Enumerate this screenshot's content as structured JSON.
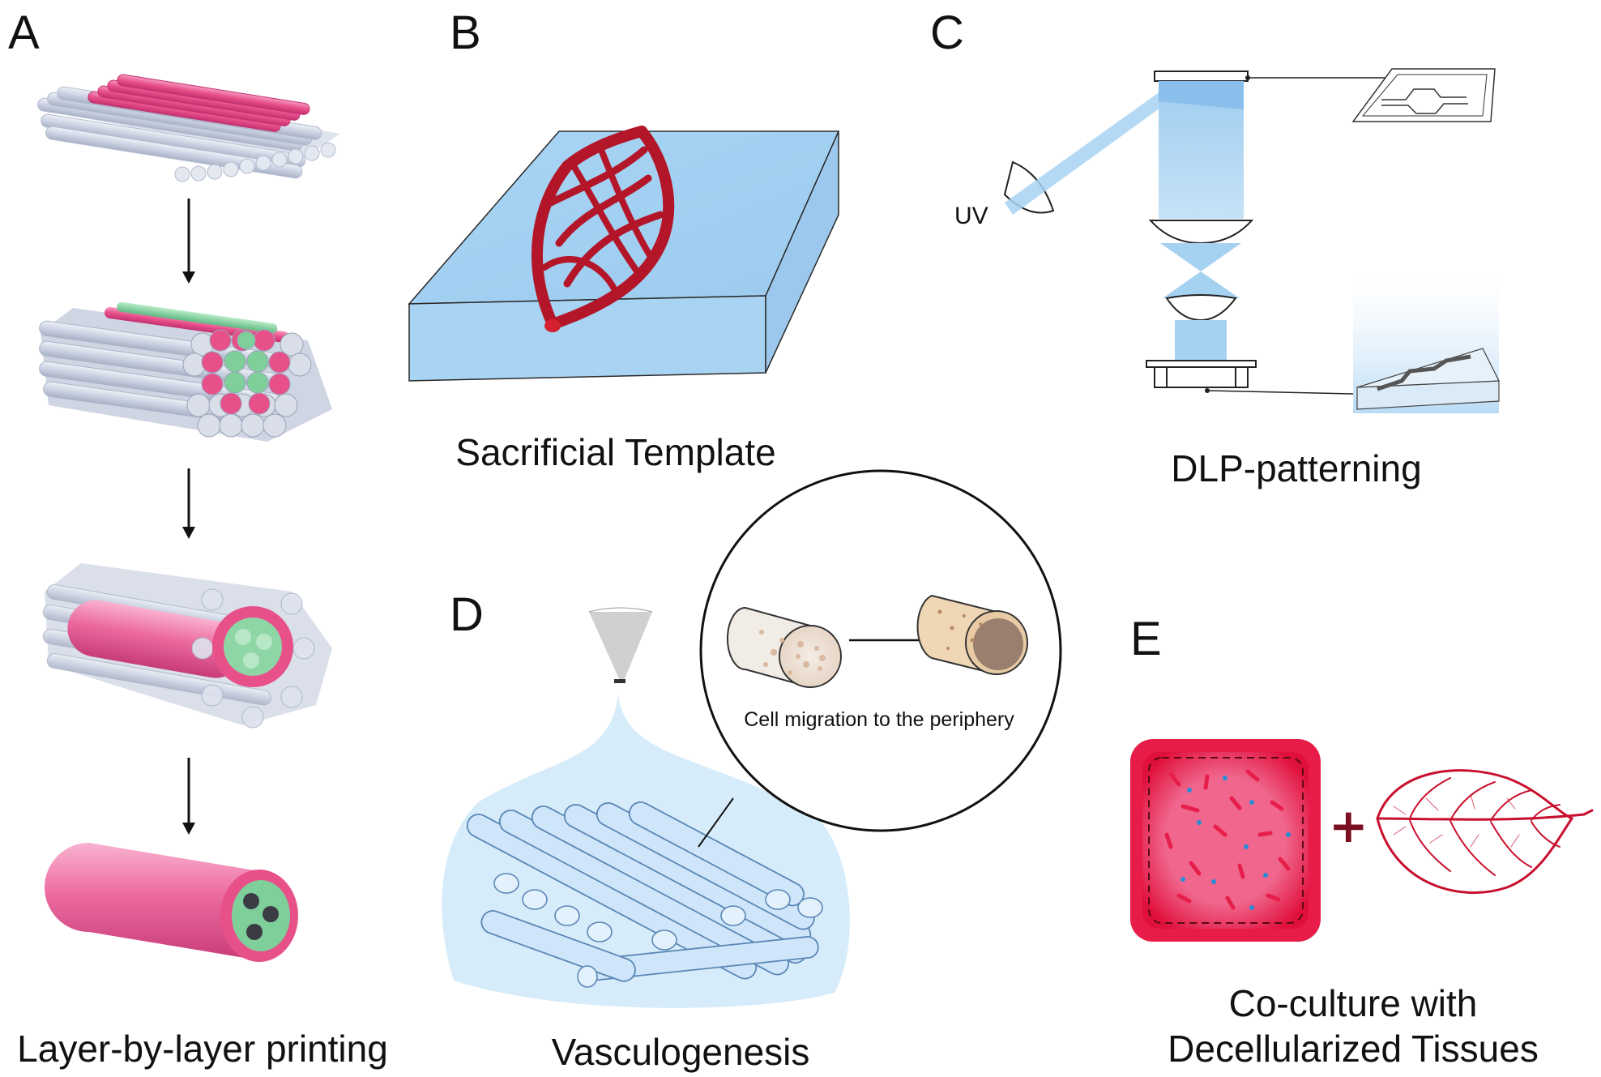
{
  "panels": {
    "a": {
      "letter": "A",
      "caption": "Layer-by-layer printing"
    },
    "b": {
      "letter": "B",
      "caption": "Sacrificial Template"
    },
    "c": {
      "letter": "C",
      "caption": "DLP-patterning",
      "uv_label": "UV"
    },
    "d": {
      "letter": "D",
      "caption": "Vasculogenesis",
      "inset_caption": "Cell migration to the periphery"
    },
    "e": {
      "letter": "E",
      "caption_line1": "Co-culture with",
      "caption_line2": "Decellularized Tissues",
      "plus_sign": "+"
    }
  },
  "colors": {
    "pink": "#e8508a",
    "green": "#7fcf9a",
    "grey_fiber": "#cfd5e3",
    "light_blue": "#a8d3f0",
    "vessel_red": "#c0182c",
    "tissue_red": "#e81c48",
    "plus": "#7a1020"
  }
}
